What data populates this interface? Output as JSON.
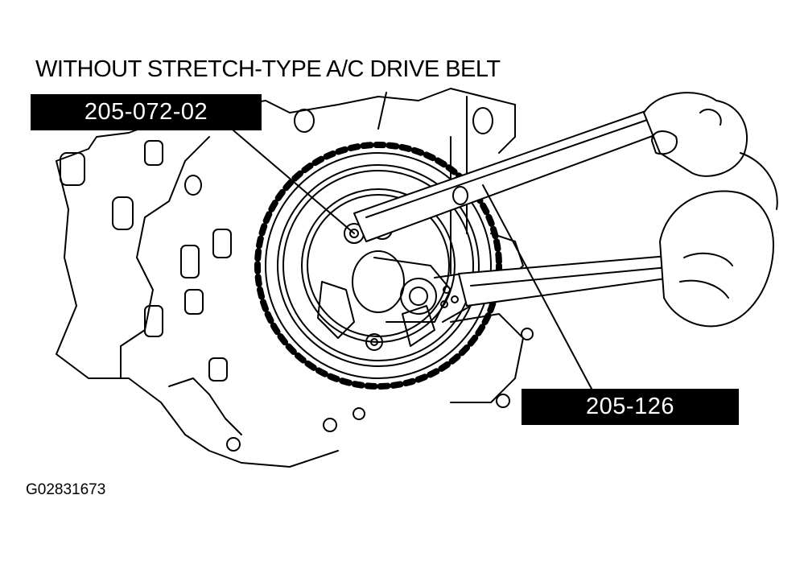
{
  "diagram": {
    "title": "WITHOUT STRETCH-TYPE A/C DRIVE BELT",
    "callouts": [
      {
        "label": "205-072-02"
      },
      {
        "label": "205-126"
      }
    ],
    "figure_id": "G02831673"
  }
}
